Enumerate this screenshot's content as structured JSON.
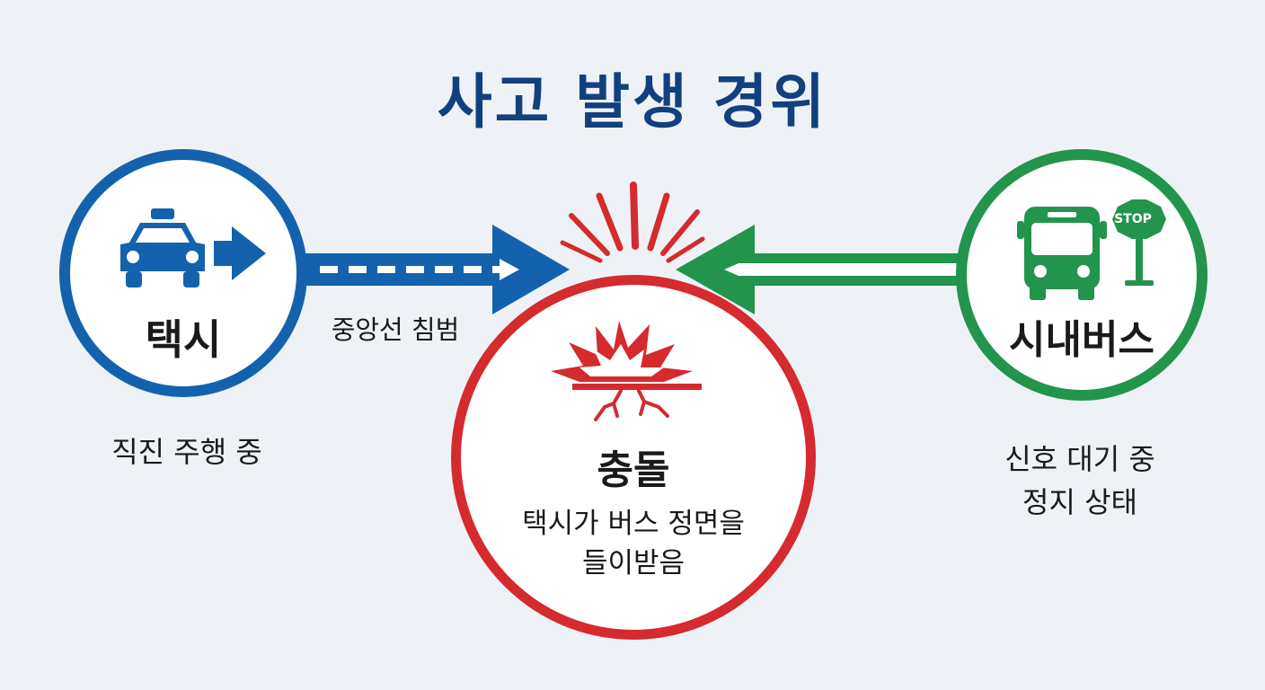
{
  "title": "사고 발생 경위",
  "colors": {
    "title": "#12407e",
    "taxi": "#1462ad",
    "bus": "#22944c",
    "collision": "#d52a2e",
    "background": "#eef2f6"
  },
  "taxi": {
    "label": "택시",
    "status": "직진 주행 중",
    "icons": [
      "taxi-icon",
      "arrow-right-icon"
    ]
  },
  "lane_violation": {
    "label": "중앙선 침범"
  },
  "collision": {
    "label": "충돌",
    "description_line1": "택시가 버스 정면을",
    "description_line2": "들이받음",
    "icons": [
      "impact-burst-icon",
      "crack-icon"
    ]
  },
  "bus": {
    "label": "시내버스",
    "status_line1": "신호 대기 중",
    "status_line2": "정지 상태",
    "stop_sign_text": "STOP",
    "icons": [
      "bus-icon",
      "stop-sign-icon"
    ]
  }
}
